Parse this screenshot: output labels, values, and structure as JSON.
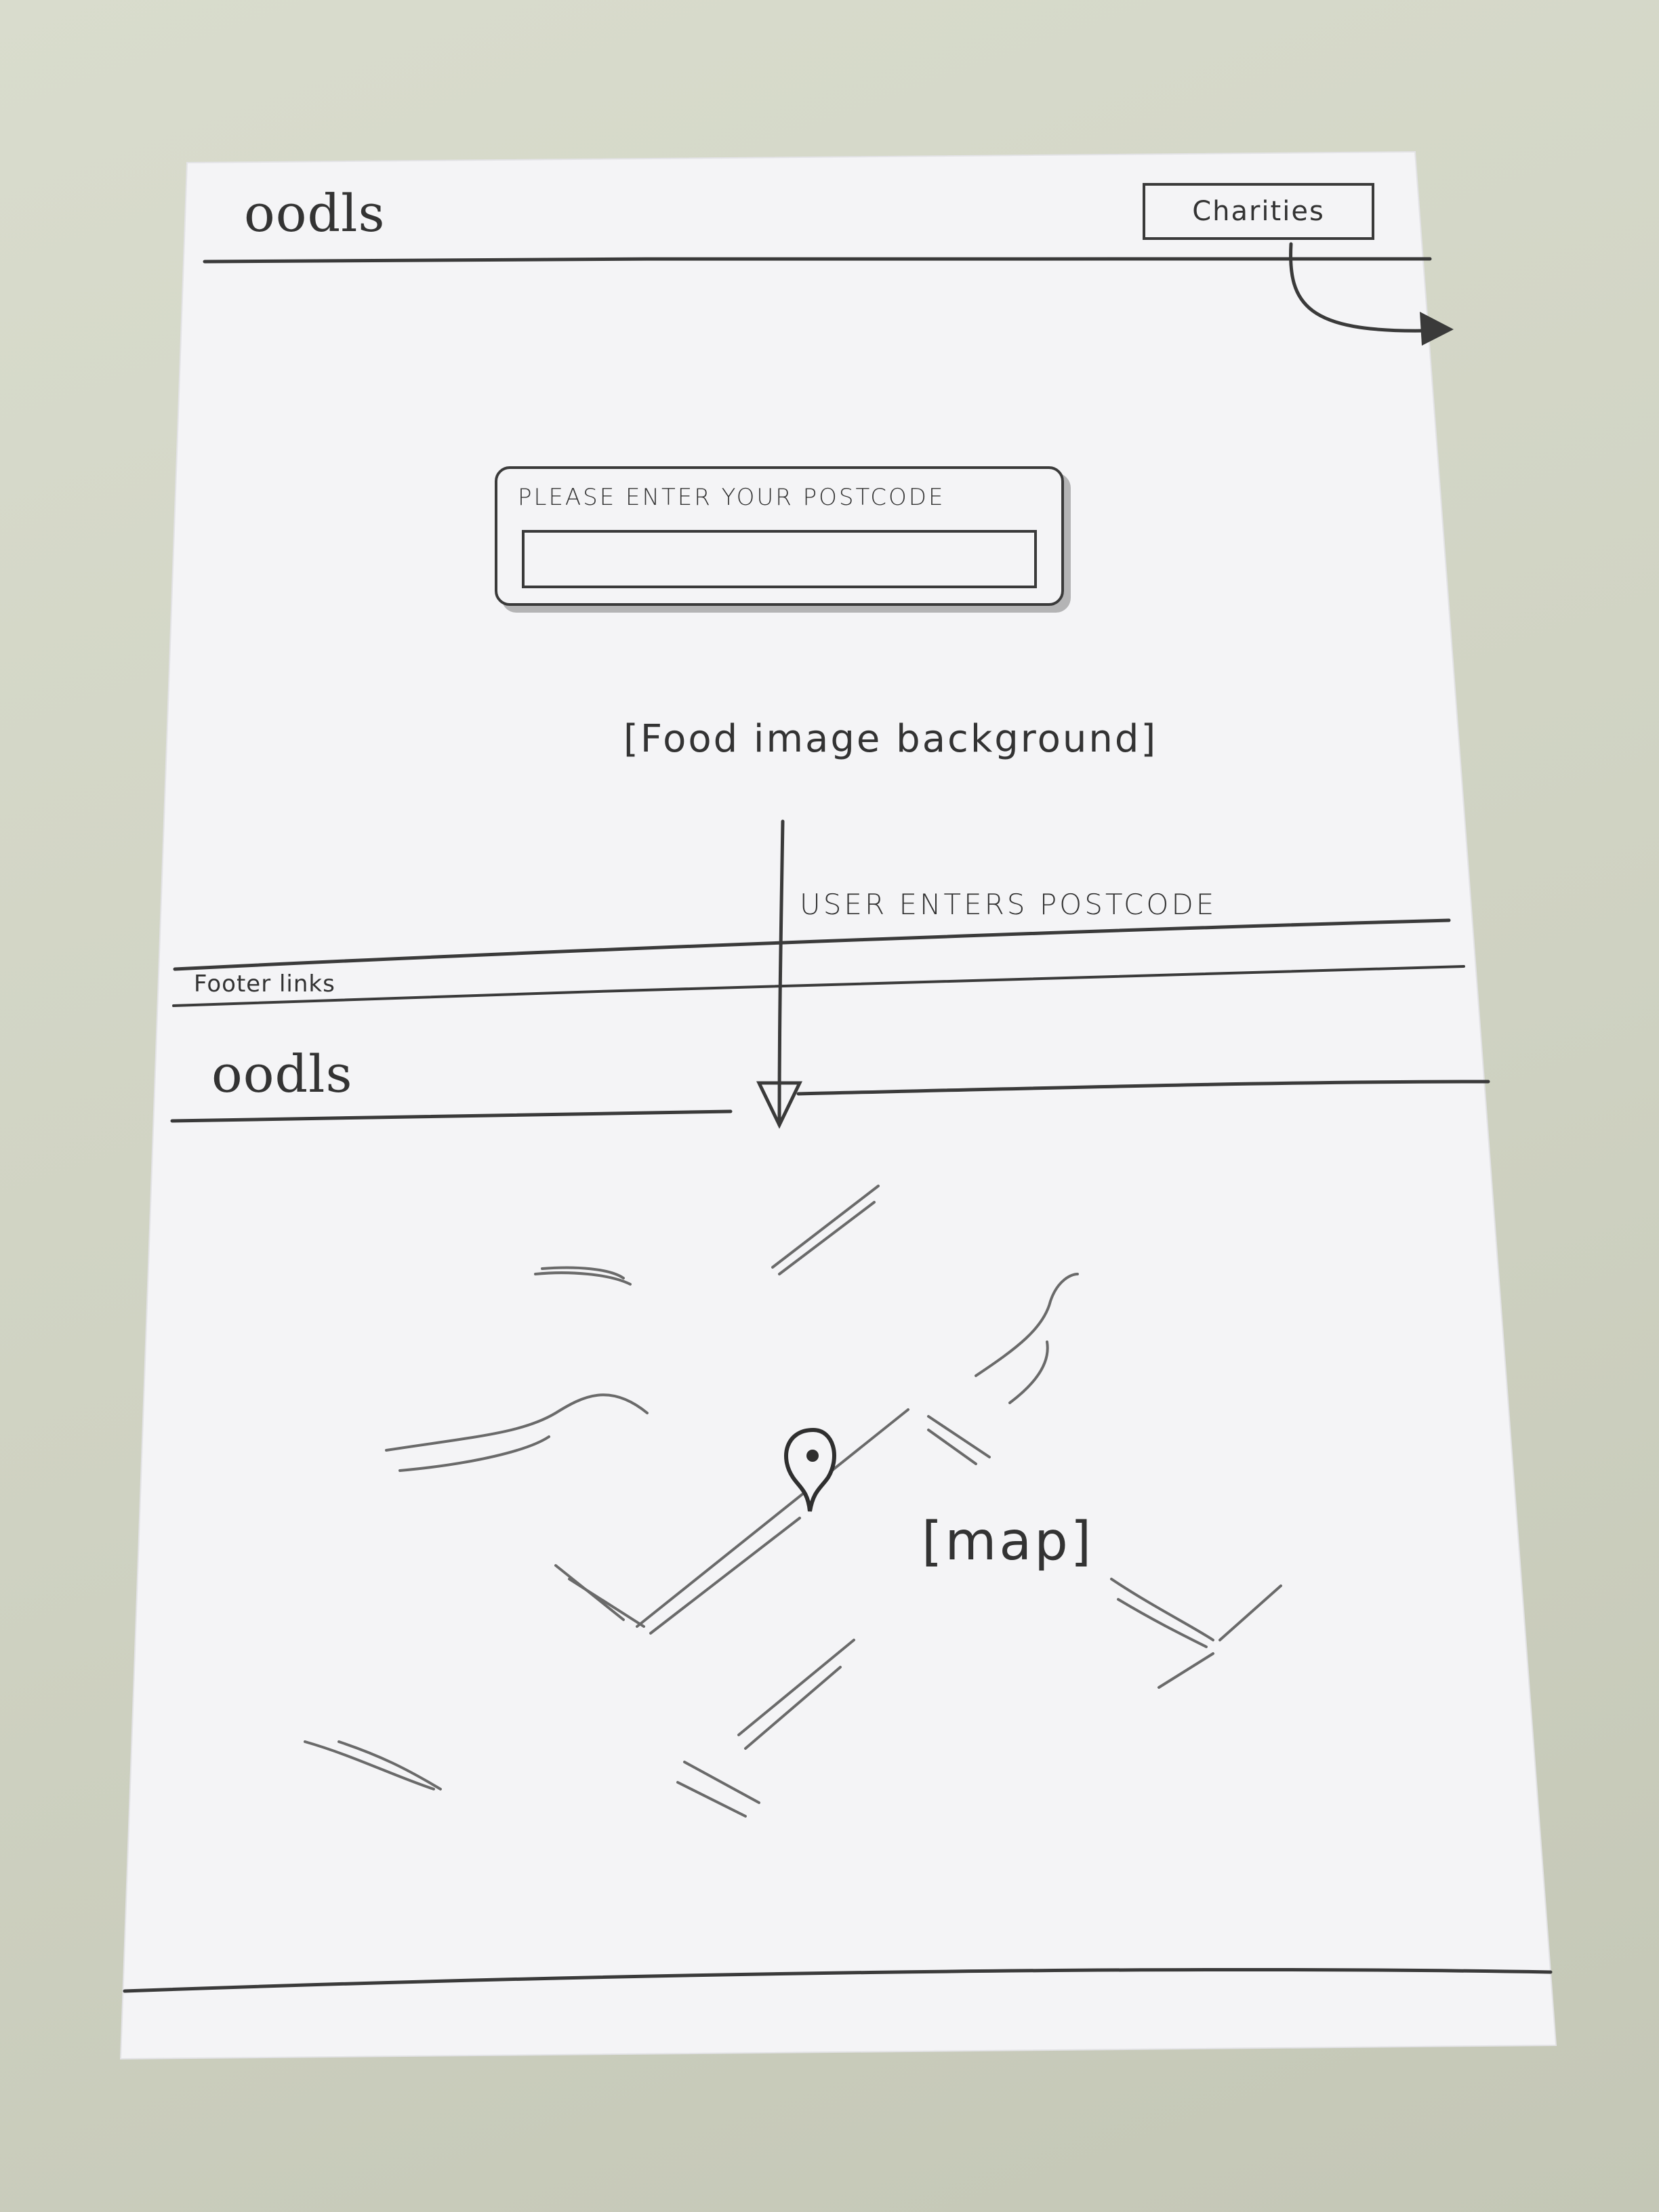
{
  "page1": {
    "logo": "oodls",
    "nav_button": "Charities",
    "postcode_label": "Please enter your postcode",
    "postcode_value": "",
    "background_note": "[Food image background]",
    "footer_label": "Footer links"
  },
  "transition_note": "User enters postcode",
  "page2": {
    "logo": "oodls",
    "map_note": "[map]",
    "marker_icon": "map-pin-icon"
  },
  "colors": {
    "ink": "#3a3a3a",
    "paper": "#f4f4f6",
    "desk": "#d2d5c6"
  }
}
